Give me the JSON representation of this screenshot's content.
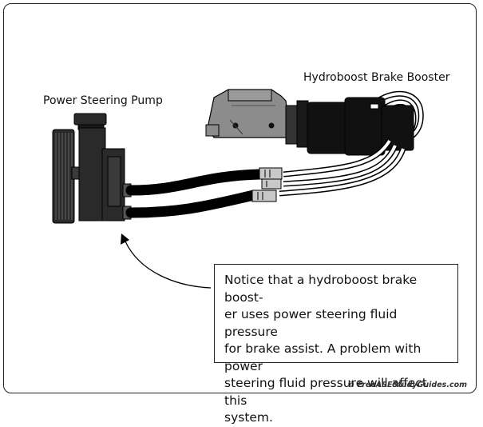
{
  "labels": {
    "pump": "Power Steering Pump",
    "booster": "Hydroboost Brake Booster"
  },
  "note": {
    "text": "Notice that a hydroboost brake booster uses power steering fluid pressure for brake assist. A problem with power steering fluid pressure will affect this system.",
    "lines": [
      "Notice that a hydroboost brake boost-",
      "er uses power steering fluid pressure",
      "for brake assist. A problem with power",
      "steering fluid pressure will affect this",
      "system."
    ]
  },
  "credit": "© FreeASEStudyGuides.com",
  "colors": {
    "pump": "#2a2a2a",
    "booster_body": "#111111",
    "master_cylinder": "#8c8c8c",
    "hose": "#000000",
    "return_line": "#ffffff",
    "fitting": "#c8c8c8"
  }
}
